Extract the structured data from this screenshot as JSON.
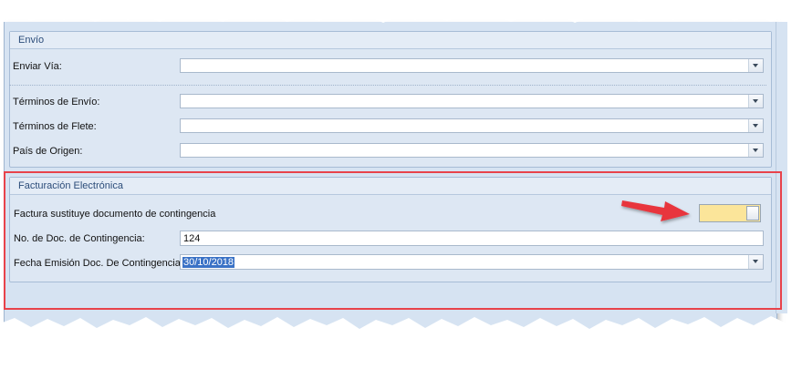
{
  "envio": {
    "title": "Envío",
    "fields": [
      {
        "label": "Enviar Vía:",
        "value": "",
        "type": "dropdown"
      },
      {
        "label": "Términos de Envío:",
        "value": "",
        "type": "dropdown"
      },
      {
        "label": "Términos de Flete:",
        "value": "",
        "type": "dropdown"
      },
      {
        "label": "País de Origen:",
        "value": "",
        "type": "dropdown"
      }
    ]
  },
  "facturacion": {
    "title": "Facturación Electrónica",
    "contingencia_label": "Factura sustituye documento de contingencia",
    "contingencia_toggle": "on",
    "doc_label": "No. de Doc. de Contingencia:",
    "doc_value": "124",
    "fecha_label": "Fecha Emisión Doc. De Contingencia:",
    "fecha_value": "30/10/2018"
  },
  "colors": {
    "panel": "#d6e3f2",
    "group_title": "#2c4d7a",
    "highlight_box": "#e8434b",
    "arrow": "#e8343c",
    "toggle_on": "#fbe59a",
    "selection": "#3a72c6"
  }
}
